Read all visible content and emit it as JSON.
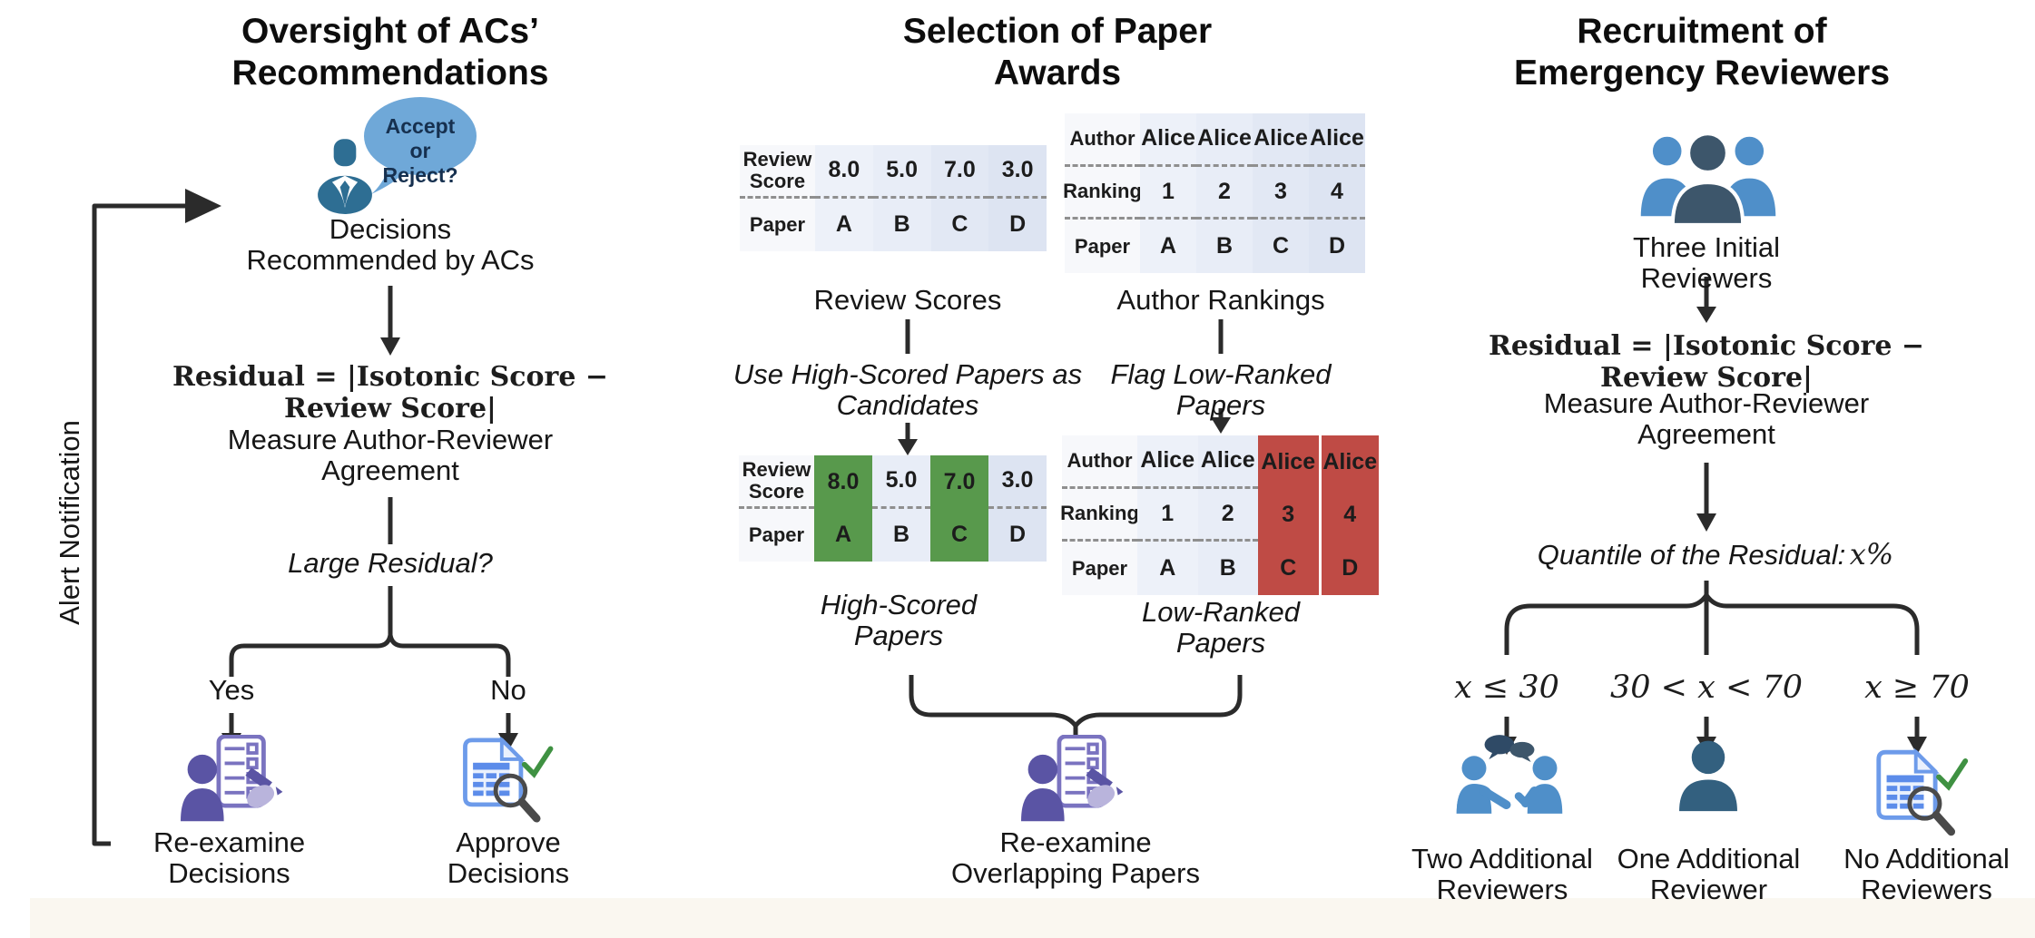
{
  "colors": {
    "line": "#2b2b2b",
    "person_teal": "#2e6e93",
    "bubble_blue": "#6fa8d8",
    "bubble_text": "#16304f",
    "purple_dark": "#5a54a4",
    "purple_mid": "#7a73c0",
    "purple_light": "#b9b4dc",
    "doc_blue_border": "#6d9bea",
    "doc_blue_fill": "#eaf1fd",
    "doc_grid_blue": "#5c8cea",
    "check_green": "#3f9142",
    "magnifier_gray": "#4a4a4a",
    "green_highlight": "#58994c",
    "red_highlight": "#bf4b45",
    "people_light_blue": "#4f8fc9",
    "people_dark_slate": "#3d566b",
    "single_person_blue": "#33607f",
    "speech_dark": "#2f4a66",
    "cream_strip": "#faf7f0",
    "table_tints": [
      "#f7f8fb",
      "#edf1f9",
      "#e8edf7",
      "#e2e8f4",
      "#dde4f2"
    ]
  },
  "col1": {
    "title": [
      "Oversight of ACs’",
      "Recommendations"
    ],
    "bubble": [
      "Accept or",
      "Reject?"
    ],
    "decisions": [
      "Decisions",
      "Recommended by ACs"
    ],
    "formula": "Residual = |Isotonic Score − Review Score|",
    "measure": [
      "Measure Author-Reviewer",
      "Agreement"
    ],
    "large_residual": "Large Residual?",
    "yes": "Yes",
    "no": "No",
    "reexamine": [
      "Re-examine",
      "Decisions"
    ],
    "approve": [
      "Approve",
      "Decisions"
    ],
    "alert": "Alert Notification"
  },
  "col2": {
    "title": [
      "Selection of Paper",
      "Awards"
    ],
    "captions": {
      "review": "Review Scores",
      "author": "Author Rankings",
      "use_high": [
        "Use High-Scored Papers as",
        "Candidates"
      ],
      "flag_low": [
        "Flag Low-Ranked",
        "Papers"
      ],
      "high_scored": [
        "High-Scored",
        "Papers"
      ],
      "low_ranked": [
        "Low-Ranked",
        "Papers"
      ],
      "reexamine_overlap": [
        "Re-examine",
        "Overlapping Papers"
      ]
    },
    "tables": {
      "review_top": {
        "rows": [
          {
            "label": "Review Score",
            "values": [
              "8.0",
              "5.0",
              "7.0",
              "3.0"
            ]
          },
          {
            "label": "Paper",
            "values": [
              "A",
              "B",
              "C",
              "D"
            ]
          }
        ]
      },
      "author_top": {
        "rows": [
          {
            "label": "Author",
            "values": [
              "Alice",
              "Alice",
              "Alice",
              "Alice"
            ]
          },
          {
            "label": "Ranking",
            "values": [
              "1",
              "2",
              "3",
              "4"
            ]
          },
          {
            "label": "Paper",
            "values": [
              "A",
              "B",
              "C",
              "D"
            ]
          }
        ]
      },
      "review_green": {
        "green_cols": [
          0,
          2
        ],
        "rows": [
          {
            "label": "Review Score",
            "values": [
              "8.0",
              "5.0",
              "7.0",
              "3.0"
            ]
          },
          {
            "label": "Paper",
            "values": [
              "A",
              "B",
              "C",
              "D"
            ]
          }
        ]
      },
      "author_red": {
        "red_cols": [
          2,
          3
        ],
        "rows": [
          {
            "label": "Author",
            "values": [
              "Alice",
              "Alice",
              "Alice",
              "Alice"
            ]
          },
          {
            "label": "Ranking",
            "values": [
              "1",
              "2",
              "3",
              "4"
            ]
          },
          {
            "label": "Paper",
            "values": [
              "A",
              "B",
              "C",
              "D"
            ]
          }
        ]
      }
    }
  },
  "col3": {
    "title": [
      "Recruitment of",
      "Emergency Reviewers"
    ],
    "three_initial": [
      "Three Initial",
      "Reviewers"
    ],
    "formula": "Residual = |Isotonic Score − Review Score|",
    "measure": [
      "Measure Author-Reviewer",
      "Agreement"
    ],
    "quantile_prefix": "Quantile of the Residual:",
    "quantile_var": "x%",
    "conditions": [
      "x ≤ 30",
      "30 < x < 70",
      "x ≥ 70"
    ],
    "outcomes": {
      "two": [
        "Two Additional",
        "Reviewers"
      ],
      "one": [
        "One Additional",
        "Reviewer"
      ],
      "none": [
        "No Additional",
        "Reviewers"
      ]
    }
  }
}
